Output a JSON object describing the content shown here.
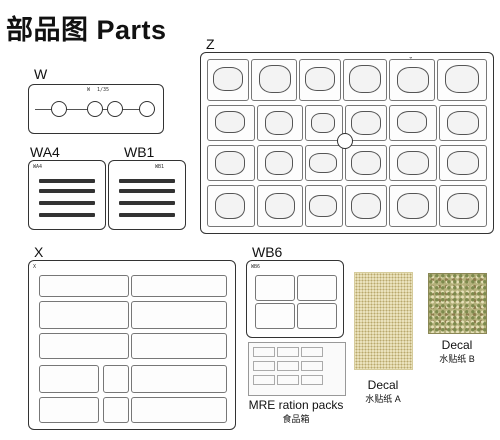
{
  "header": {
    "title": "部品图 Parts"
  },
  "sprues": {
    "z": {
      "label": "Z",
      "code": "Z"
    },
    "w": {
      "label": "W",
      "code": "W",
      "scale": "1/35"
    },
    "wa4": {
      "label": "WA4",
      "code": "WA4"
    },
    "wb1": {
      "label": "WB1",
      "code": "WB1"
    },
    "x": {
      "label": "X",
      "code": "X"
    },
    "wb6": {
      "label": "WB6",
      "code": "WB6"
    }
  },
  "mre": {
    "title": "MRE ration packs",
    "subtitle": "食品箱"
  },
  "decal_a": {
    "title": "Decal",
    "subtitle": "水贴纸 A"
  },
  "decal_b": {
    "title": "Decal",
    "subtitle": "水贴纸 B"
  },
  "colors": {
    "decal_a": "#efe7c4",
    "decal_b": "#b4b17b",
    "sprue": "#333333"
  }
}
